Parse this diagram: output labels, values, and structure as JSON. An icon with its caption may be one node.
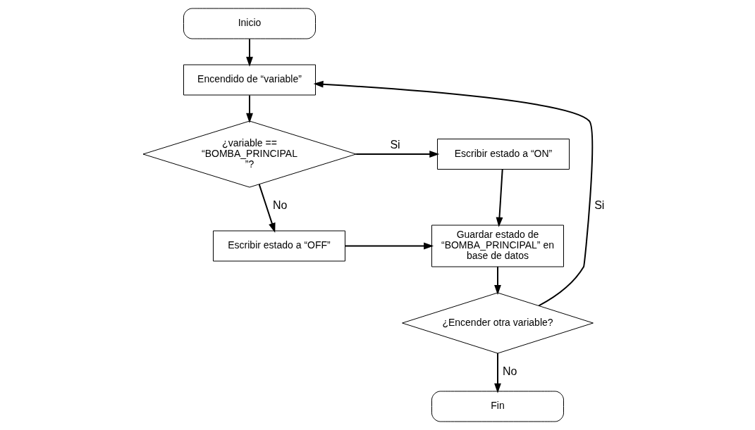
{
  "diagram": {
    "nodes": [
      {
        "text": [
          "Inicio"
        ]
      },
      {
        "text": [
          "Encendido de “variable”"
        ]
      },
      {
        "text": [
          "¿variable == “BOMBA_PRINCIPAL ”?"
        ]
      },
      {
        "text": [
          "Escribir estado a “ON”"
        ]
      },
      {
        "text": [
          "Escribir estado a “OFF”"
        ]
      },
      {
        "text": [
          "Guardar estado de “BOMBA_PRINCIPAL” en base de datos"
        ]
      },
      {
        "text": [
          "¿Encender otra variable?"
        ]
      },
      {
        "text": [
          "Fin"
        ]
      }
    ],
    "edges": [
      {
        "from": 0,
        "to": 1,
        "arrow": "to"
      },
      {
        "from": 1,
        "to": 2,
        "arrow": "to"
      },
      {
        "from": 2,
        "to": 3,
        "arrow": "to",
        "label": "Si"
      },
      {
        "from": 2,
        "to": 4,
        "arrow": "to",
        "label": "No"
      },
      {
        "from": 3,
        "to": 5,
        "arrow": "to"
      },
      {
        "from": 4,
        "to": 5,
        "arrow": "to"
      },
      {
        "from": 5,
        "to": 6,
        "arrow": "to"
      },
      {
        "from": 6,
        "to": 1,
        "arrow": "to",
        "label": "Si"
      },
      {
        "from": 6,
        "to": 7,
        "arrow": "to",
        "label": "No"
      }
    ]
  }
}
